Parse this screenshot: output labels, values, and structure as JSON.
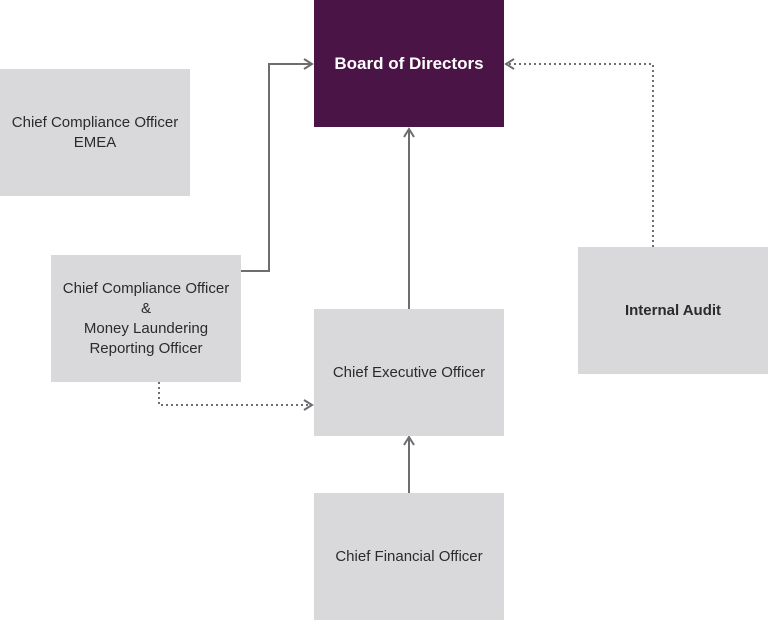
{
  "colors": {
    "board_bg": "#4a1446",
    "box_bg": "#d9d9dc",
    "connector": "#6d6d70"
  },
  "nodes": {
    "board": {
      "label": "Board of Directors"
    },
    "cco_emea": {
      "label": "Chief Compliance Officer\nEMEA"
    },
    "cco_mlro": {
      "label": "Chief Compliance Officer &\nMoney Laundering\nReporting Officer"
    },
    "ceo": {
      "label": "Chief Executive Officer"
    },
    "cfo": {
      "label": "Chief Financial Officer"
    },
    "audit": {
      "label": "Internal Audit"
    }
  },
  "edges": [
    {
      "from": "cco_mlro",
      "to": "board",
      "style": "solid"
    },
    {
      "from": "ceo",
      "to": "board",
      "style": "solid"
    },
    {
      "from": "cfo",
      "to": "ceo",
      "style": "solid"
    },
    {
      "from": "audit",
      "to": "board",
      "style": "dotted"
    },
    {
      "from": "cco_mlro",
      "to": "ceo",
      "style": "dotted"
    }
  ]
}
